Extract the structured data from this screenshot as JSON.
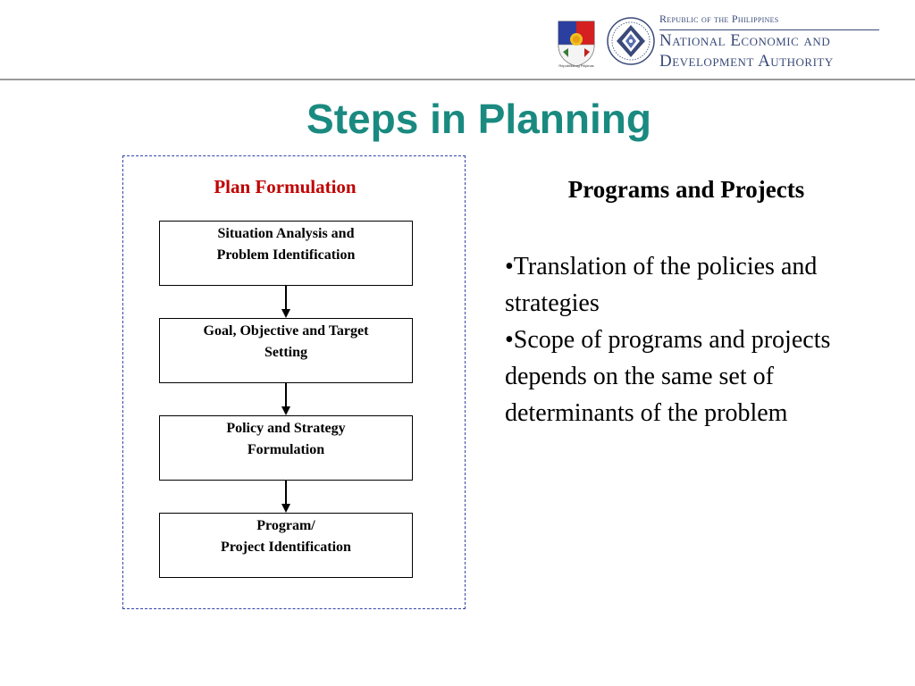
{
  "header": {
    "republic": "Republic of the Philippines",
    "agency_line1": "National Economic and",
    "agency_line2": "Development Authority",
    "seal_text": "Republika ng Pilipinas"
  },
  "title": "Steps in Planning",
  "diagram": {
    "heading": "Plan  Formulation",
    "steps": [
      {
        "line1": "Situation Analysis and",
        "line2": "Problem Identification"
      },
      {
        "line1": "Goal, Objective and Target",
        "line2": "Setting"
      },
      {
        "line1": "Policy and Strategy",
        "line2": "Formulation"
      },
      {
        "line1": "Program/",
        "line2": "Project Identification"
      }
    ]
  },
  "right": {
    "heading": "Programs and Projects",
    "bullets": [
      "•Translation of the policies and strategies",
      "•Scope of programs and projects depends on the same set of determinants of the problem"
    ]
  },
  "colors": {
    "title": "#1a8a80",
    "diagram_heading": "#c00000",
    "dashed_border": "#3344aa",
    "agency_text": "#3a4a78"
  }
}
